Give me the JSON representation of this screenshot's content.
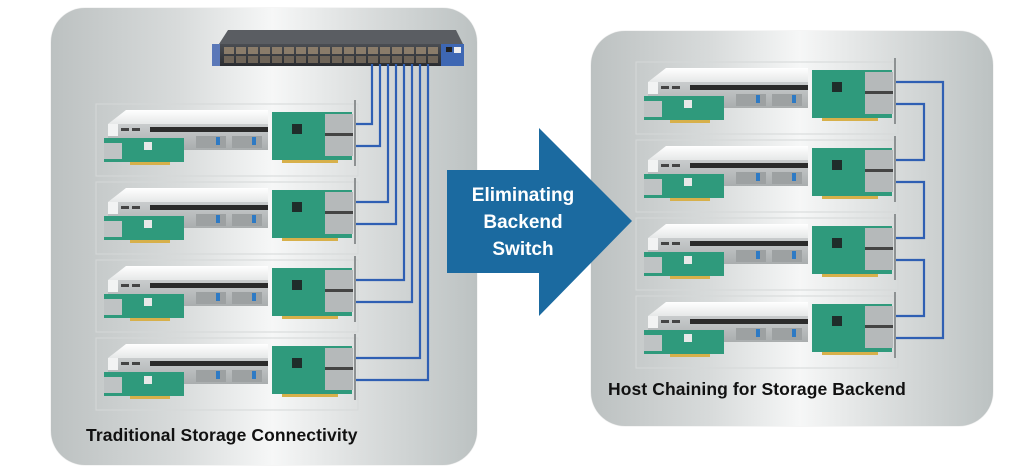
{
  "diagram": {
    "left_panel": {
      "caption": "Traditional Storage Connectivity",
      "switch": {
        "name": "backend-switch",
        "ports_used": 8
      },
      "server_count": 4,
      "cable_color": "#2f5fb3"
    },
    "arrow": {
      "lines": [
        "Eliminating",
        "Backend",
        "Switch"
      ],
      "color": "#1b6aa0"
    },
    "right_panel": {
      "caption": "Host Chaining for Storage Backend",
      "server_count": 4,
      "cable_color": "#2f5fb3"
    }
  }
}
